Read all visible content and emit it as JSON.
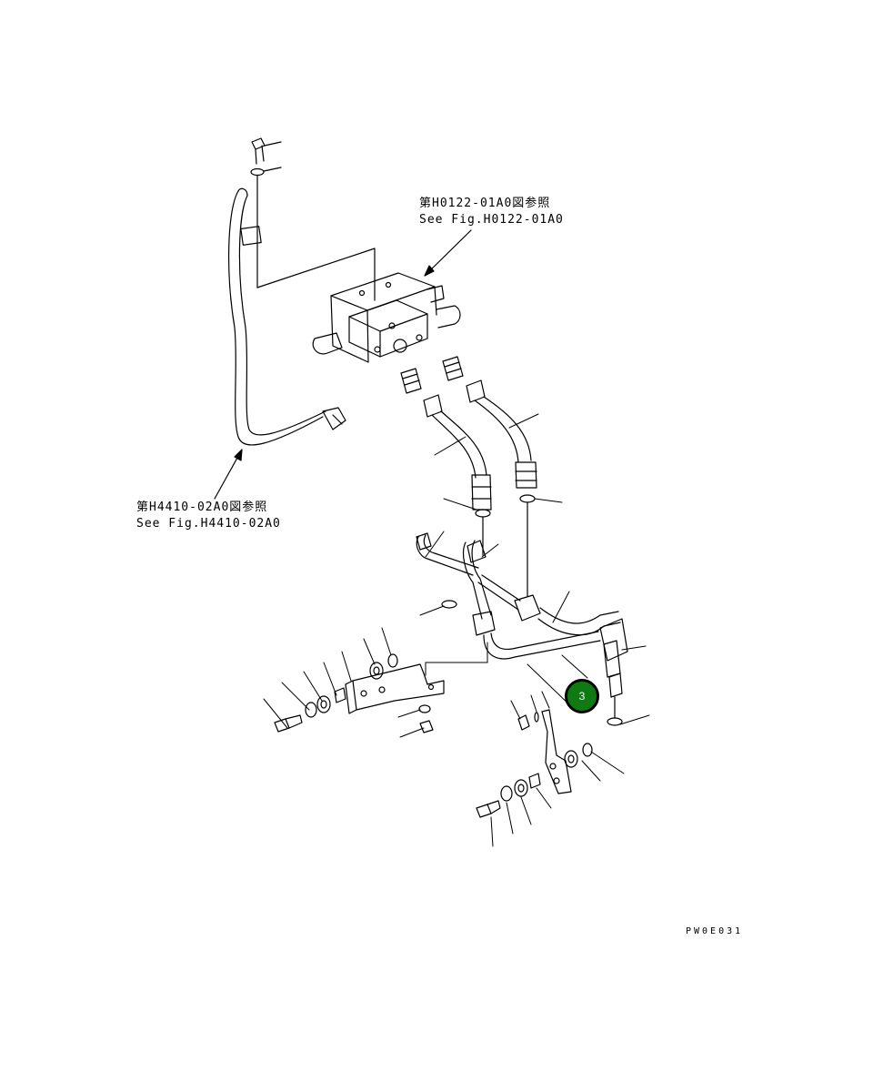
{
  "refs": {
    "valve_ref_jp": "第H0122-01A0図参照",
    "valve_ref_en": "See Fig.H0122-01A0",
    "hose_ref_jp": "第H4410-02A0図参照",
    "hose_ref_en": "See Fig.H4410-02A0"
  },
  "callout": {
    "number": "3",
    "color": "#0f7a12"
  },
  "drawing_code": "PW0E031"
}
